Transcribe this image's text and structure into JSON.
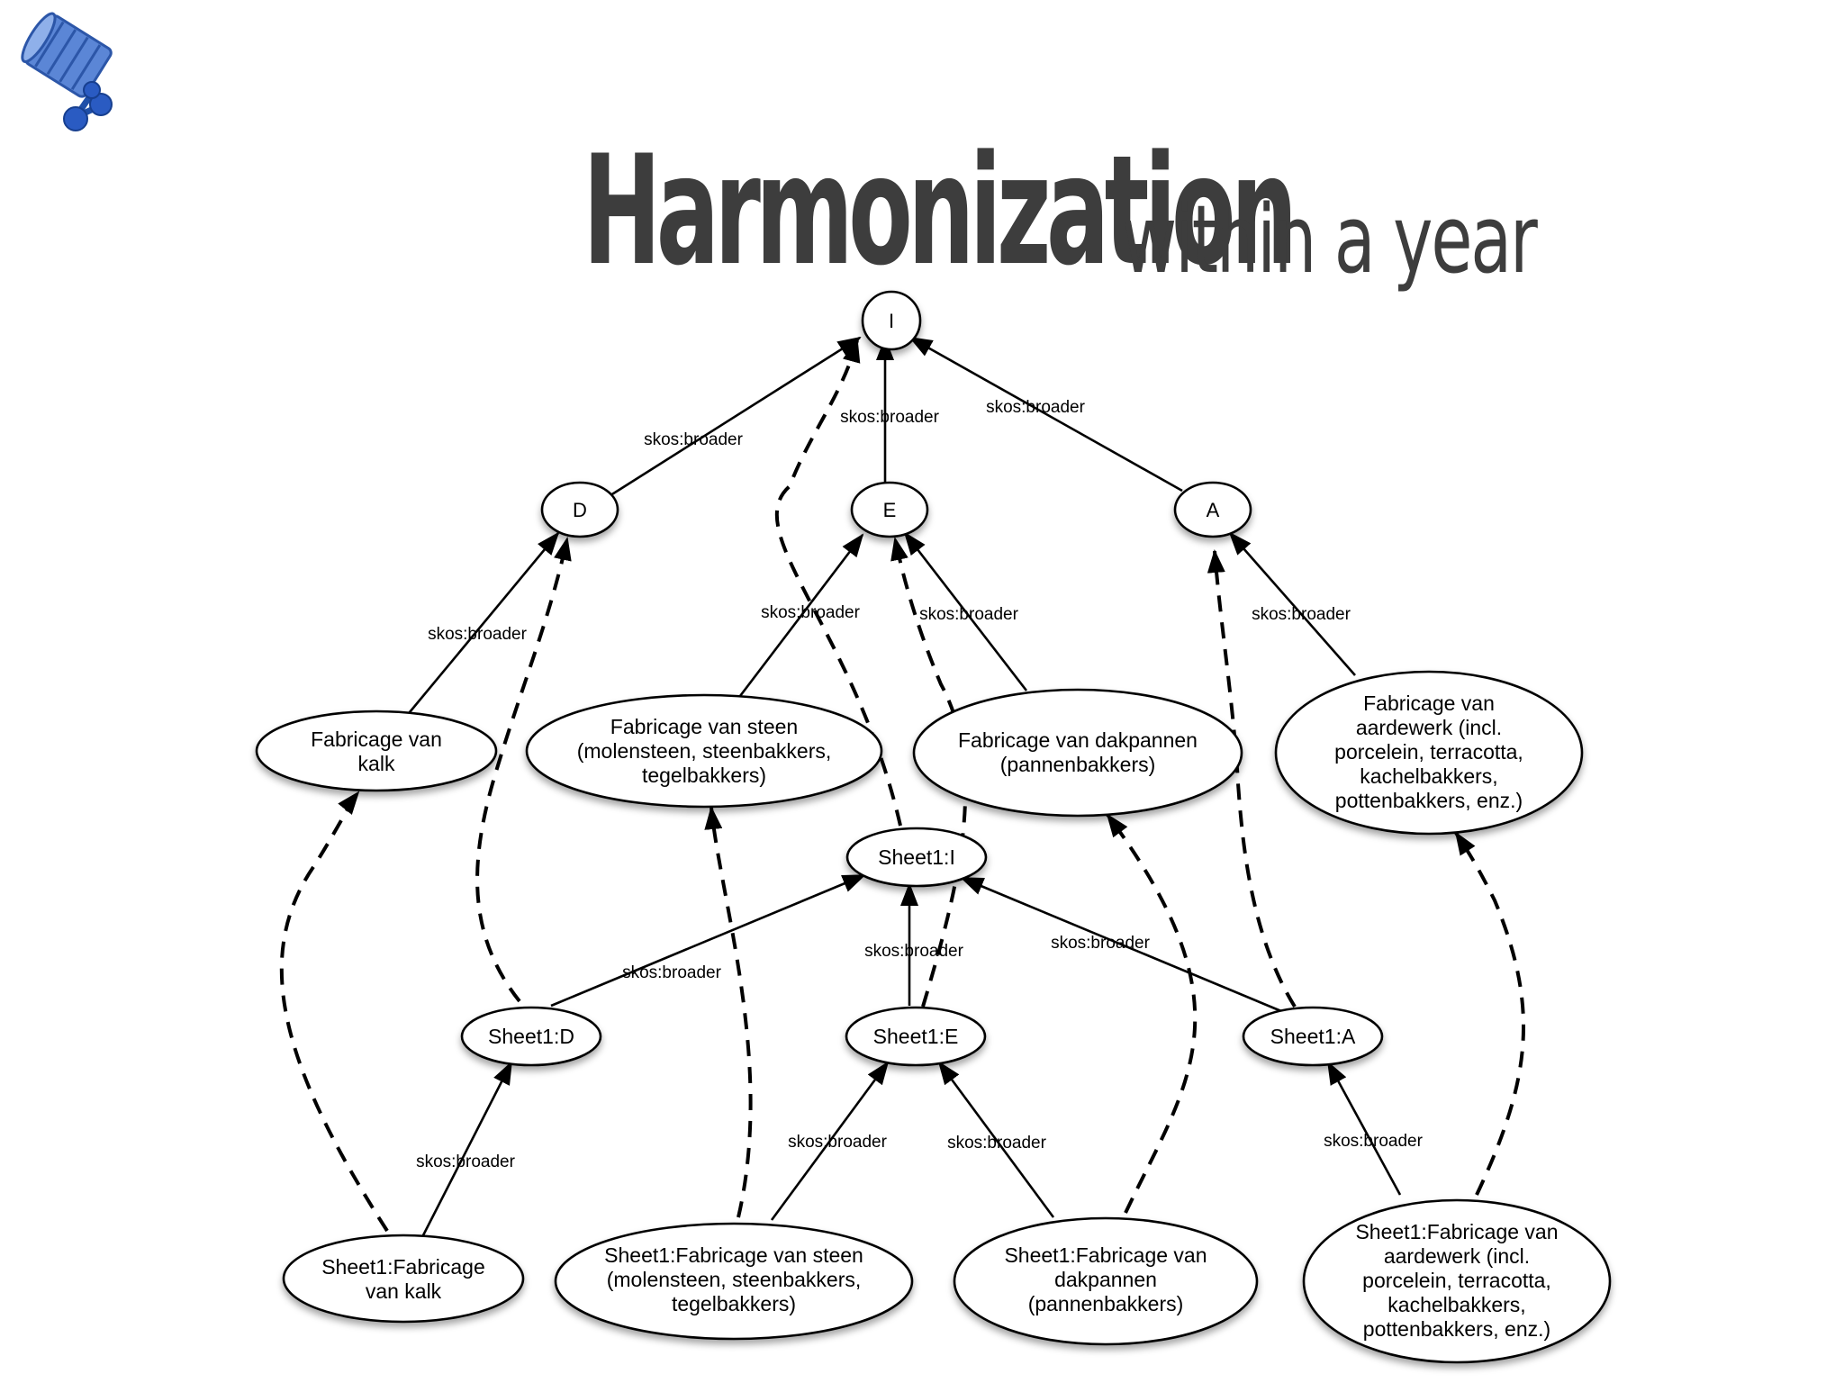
{
  "title": {
    "main": "Harmonization",
    "sub": "within a year"
  },
  "logo": {
    "icon": "scroll-network-logo-icon"
  },
  "colors": {
    "title": "#3d3d3d",
    "logo_blue": "#4a74c7",
    "logo_dark": "#1f4fa8"
  },
  "edge_label": "skos:broader",
  "nodes": {
    "I": {
      "label": "I"
    },
    "D": {
      "label": "D"
    },
    "E": {
      "label": "E"
    },
    "A": {
      "label": "A"
    },
    "fab_kalk": {
      "lines": [
        "Fabricage van",
        "kalk"
      ]
    },
    "fab_steen": {
      "lines": [
        "Fabricage van steen",
        "(molensteen, steenbakkers,",
        "tegelbakkers)"
      ]
    },
    "fab_dakpannen": {
      "lines": [
        "Fabricage van dakpannen",
        "(pannenbakkers)"
      ]
    },
    "fab_aardewerk": {
      "lines": [
        "Fabricage van",
        "aardewerk (incl.",
        "porcelein, terracotta,",
        "kachelbakkers,",
        "pottenbakkers, enz.)"
      ]
    },
    "sheet_I": {
      "label": "Sheet1:I"
    },
    "sheet_D": {
      "label": "Sheet1:D"
    },
    "sheet_E": {
      "label": "Sheet1:E"
    },
    "sheet_A": {
      "label": "Sheet1:A"
    },
    "sheet_kalk": {
      "lines": [
        "Sheet1:Fabricage",
        "van kalk"
      ]
    },
    "sheet_steen": {
      "lines": [
        "Sheet1:Fabricage van steen",
        "(molensteen, steenbakkers,",
        "tegelbakkers)"
      ]
    },
    "sheet_dakpannen": {
      "lines": [
        "Sheet1:Fabricage van",
        "dakpannen",
        "(pannenbakkers)"
      ]
    },
    "sheet_aardewerk": {
      "lines": [
        "Sheet1:Fabricage van",
        "aardewerk (incl.",
        "porcelein, terracotta,",
        "kachelbakkers,",
        "pottenbakkers, enz.)"
      ]
    }
  }
}
